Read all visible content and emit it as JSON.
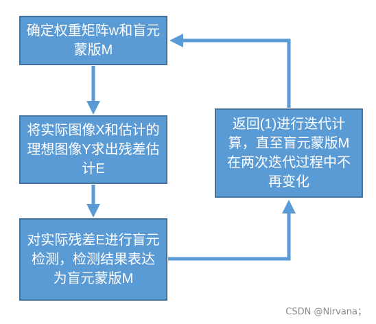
{
  "diagram": {
    "nodes": [
      {
        "id": "box1",
        "label": "确定权重矩阵w和盲元蒙版M"
      },
      {
        "id": "box2",
        "label": "将实际图像X和估计的理想图像Y求出残差估计E"
      },
      {
        "id": "box3",
        "label": "对实际残差E进行盲元检测，检测结果表达为盲元蒙版M"
      },
      {
        "id": "box4",
        "label": "返回(1)进行迭代计算，直至盲元蒙版M在两次迭代过程中不再变化"
      }
    ],
    "edges": [
      {
        "from": "box1",
        "to": "box2"
      },
      {
        "from": "box2",
        "to": "box3"
      },
      {
        "from": "box3",
        "to": "box4"
      },
      {
        "from": "box4",
        "to": "box1"
      }
    ],
    "colors": {
      "box_fill": "#5b9bd5",
      "box_border": "#41719c",
      "text": "#ffffff",
      "arrow": "#5b9bd5"
    }
  },
  "watermark": "CSDN @Nirvana；"
}
